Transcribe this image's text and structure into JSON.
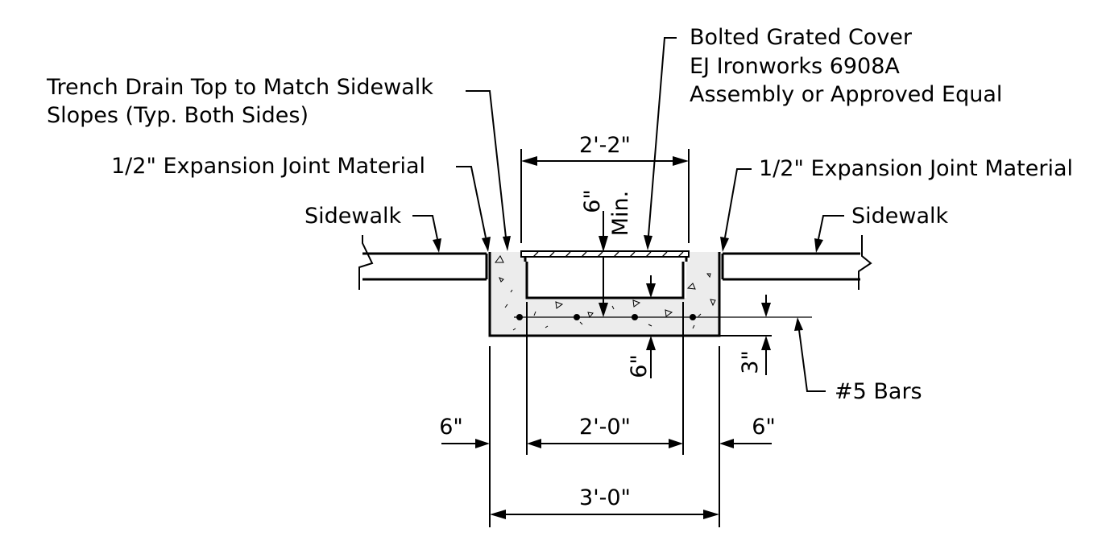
{
  "labels": {
    "trench_top": [
      "Trench Drain Top to Match Sidewalk",
      "Slopes (Typ. Both Sides)"
    ],
    "cover": [
      "Bolted Grated Cover",
      "EJ Ironworks 6908A",
      "Assembly or Approved Equal"
    ],
    "expansion_left": "1/2\" Expansion Joint Material",
    "expansion_right": "1/2\" Expansion Joint Material",
    "sidewalk_left": "Sidewalk",
    "sidewalk_right": "Sidewalk",
    "bars": "#5 Bars"
  },
  "dimensions": {
    "grate_width": "2'-2\"",
    "cover_depth_a": "6\"",
    "cover_depth_b": "Min.",
    "bottom_thickness": "6\"",
    "bar_cover": "3\"",
    "left_wall": "6\"",
    "channel_width": "2'-0\"",
    "right_wall": "6\"",
    "overall_width": "3'-0\""
  }
}
